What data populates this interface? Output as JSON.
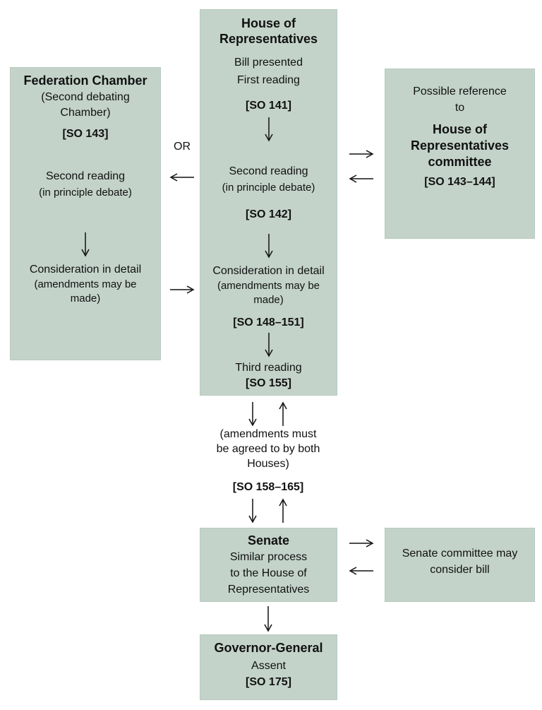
{
  "colors": {
    "box_fill": "#c3d3ca",
    "box_border": "#b7cabf",
    "text": "#111111",
    "background": "#ffffff"
  },
  "house": {
    "title": [
      "House of",
      "Representatives"
    ],
    "bill_presented": "Bill presented",
    "first_reading": "First reading",
    "so_first": "[SO 141]",
    "second_reading": "Second reading",
    "second_reading_note": "(in principle debate)",
    "so_second": "[SO 142]",
    "consideration": "Consideration in detail",
    "consideration_note": [
      "(amendments may be",
      "made)"
    ],
    "so_consideration": "[SO 148–151]",
    "third_reading": "Third reading",
    "so_third": "[SO 155]"
  },
  "federation": {
    "title": "Federation Chamber",
    "subtitle": [
      "(Second debating",
      "Chamber)"
    ],
    "so": "[SO 143]",
    "second_reading": "Second reading",
    "second_reading_note": "(in principle debate)",
    "consideration": "Consideration in detail",
    "consideration_note": [
      "(amendments may be",
      "made)"
    ]
  },
  "reference": {
    "intro": [
      "Possible reference",
      "to"
    ],
    "title": [
      "House of",
      "Representatives",
      "committee"
    ],
    "so": "[SO 143–144]"
  },
  "connector": {
    "or_label": "OR",
    "amendments_note": [
      "(amendments must",
      "be agreed to by both",
      "Houses)"
    ],
    "so": "[SO 158–165]"
  },
  "senate": {
    "title": "Senate",
    "body": [
      "Similar process",
      "to the House of",
      "Representatives"
    ]
  },
  "senate_committee": {
    "body": [
      "Senate committee may",
      "consider bill"
    ]
  },
  "governor": {
    "title": "Governor-General",
    "assent": "Assent",
    "so": "[SO 175]"
  }
}
